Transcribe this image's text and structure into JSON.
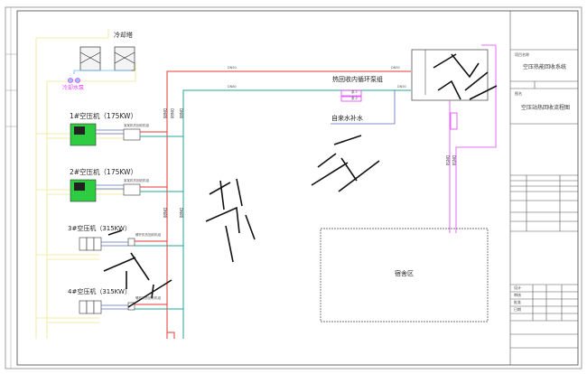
{
  "drawing": {
    "cooling_tower": "冷却塔",
    "cooling_pump": "冷却水泵",
    "compressors": [
      {
        "label": "1#空压机（175KW）",
        "tag": "某某机热回收机组"
      },
      {
        "label": "2#空压机（175KW）",
        "tag": "某某机热回收机组"
      },
      {
        "label": "3#空压机（315KW）",
        "tag": "螺杆机热回收机组"
      },
      {
        "label": "4#空压机（315KW）",
        "tag": "螺杆机热回收机组"
      }
    ],
    "pump_group": "热回收内循环泵组",
    "pumps": [
      "泵-1",
      "泵-2"
    ],
    "makeup_water": "自来水补水",
    "dormitory": "宿舍区",
    "pipe_dn50": "DN50",
    "pipe_dn80": "DN80"
  },
  "title_block": {
    "project_label": "项目名称",
    "project_name": "空压热能回收系统",
    "drawing_label": "图名",
    "drawing_name": "空压站热回收流程图",
    "check_labels": [
      "设计",
      "审核",
      "批准",
      "日期"
    ]
  },
  "colors": {
    "hot": "#e53935",
    "cold": "#26a69a",
    "pink": "#e040fb",
    "yellow": "#f0e68c",
    "blue": "#5c6bc0"
  }
}
